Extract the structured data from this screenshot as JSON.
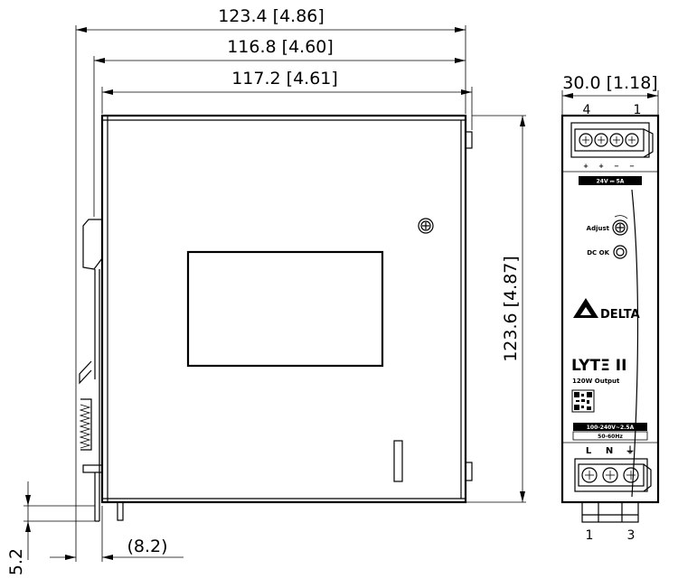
{
  "dimensions": {
    "total_depth": "123.4  [4.86]",
    "body_depth_a": "116.8  [4.60]",
    "body_depth_b": "117.2  [4.61]",
    "height": "123.6  [4.87]",
    "width": "30.0  [1.18]",
    "rail_offset": "(8.2)",
    "rail_drop": "5.2"
  },
  "front_panel": {
    "output_pin_left": "4",
    "output_pin_right": "1",
    "output_polarity": [
      "+",
      "+",
      "−",
      "−"
    ],
    "output_rating": "24V ⎓ 5A",
    "adjust_label": "Adjust",
    "dc_ok_label": "DC OK",
    "brand": "DELTA",
    "product_name": "LYTΞ II",
    "product_subtitle": "120W Output",
    "input_rating": "100-240V~2.5A",
    "input_frequency": "50-60Hz",
    "input_terminals": [
      "L",
      "N",
      "⏚"
    ],
    "input_pin_left": "1",
    "input_pin_right": "3"
  }
}
